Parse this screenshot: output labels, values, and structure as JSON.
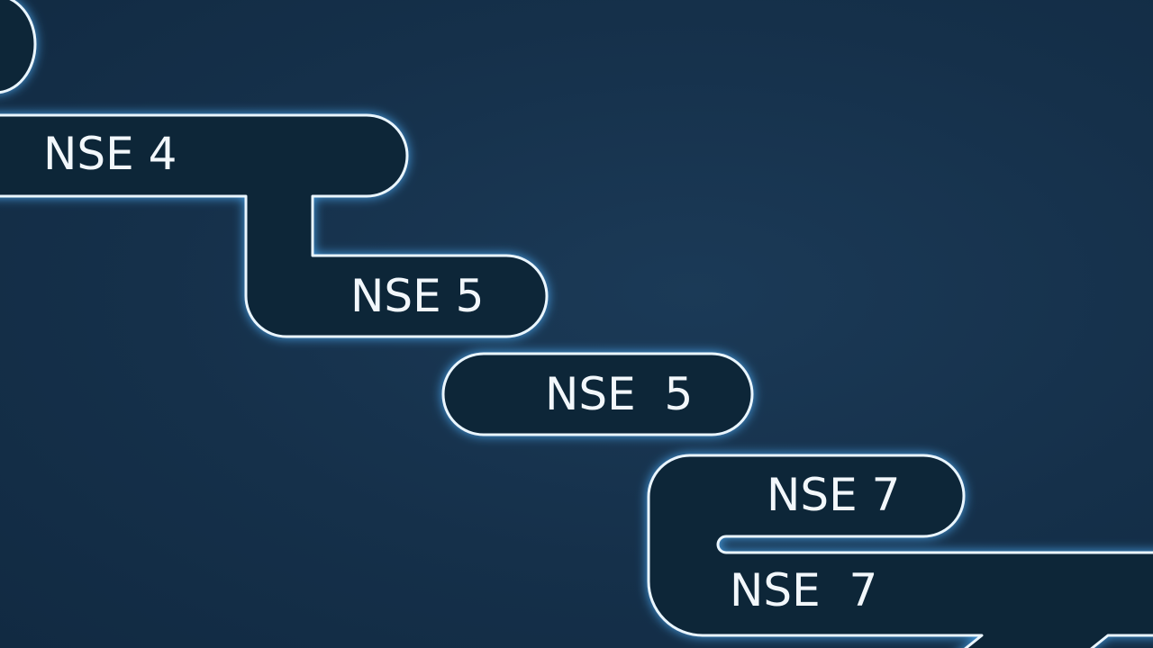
{
  "steps": [
    {
      "label": "NSE 4"
    },
    {
      "label": "NSE 5"
    },
    {
      "label": "NSE  5"
    },
    {
      "label": "NSE 7"
    },
    {
      "label": "NSE  7"
    }
  ],
  "colors": {
    "background": "#15304a",
    "pill_fill": "#0e2539",
    "outline": "#eaf6ff",
    "glow": "#4fb3ff",
    "text": "#f2f7fb"
  }
}
